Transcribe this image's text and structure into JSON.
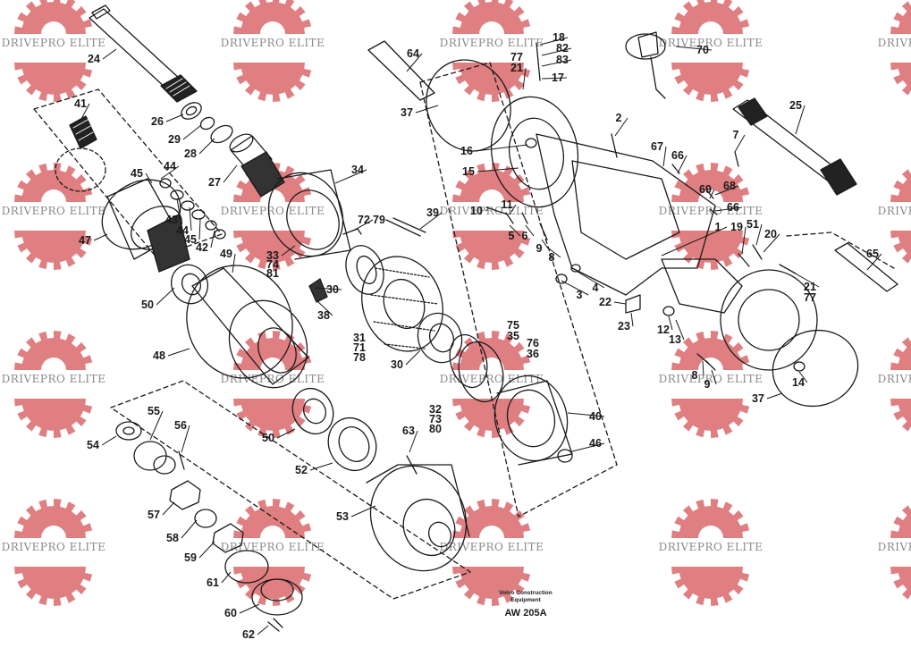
{
  "watermark": {
    "text": "DRIVEPRO ELITE",
    "color": "#d9696b",
    "text_color": "#8a8a8a"
  },
  "caption": {
    "line1": "Volvo Construction",
    "line2": "Equipment",
    "code": "AW 205A"
  },
  "line_color": "#1a1a1a",
  "part_labels": [
    "24",
    "41",
    "26",
    "29",
    "28",
    "27",
    "44",
    "45",
    "43",
    "44",
    "45",
    "42",
    "47",
    "34",
    "72",
    "79",
    "39",
    "33",
    "74",
    "81",
    "30",
    "38",
    "49",
    "50",
    "48",
    "31",
    "71",
    "78",
    "30",
    "75",
    "35",
    "76",
    "36",
    "32",
    "73",
    "80",
    "40",
    "46",
    "63",
    "50",
    "52",
    "53",
    "54",
    "55",
    "56",
    "57",
    "58",
    "59",
    "61",
    "60",
    "62",
    "64",
    "37",
    "77",
    "21",
    "18",
    "82",
    "83",
    "17",
    "2",
    "16",
    "15",
    "10",
    "11",
    "5",
    "6",
    "9",
    "8",
    "3",
    "4",
    "22",
    "23",
    "70",
    "67",
    "66",
    "69",
    "68",
    "66",
    "7",
    "25",
    "1",
    "19",
    "51",
    "20",
    "65",
    "21",
    "77",
    "12",
    "13",
    "8",
    "9",
    "14",
    "37"
  ]
}
